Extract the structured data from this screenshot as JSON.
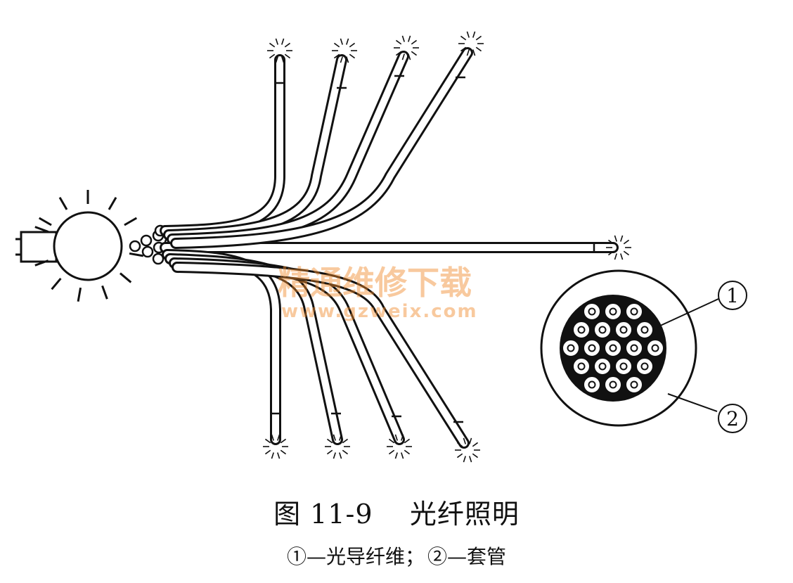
{
  "figure": {
    "callouts": [
      {
        "id": "callout-1",
        "label": "①"
      },
      {
        "id": "callout-2",
        "label": "②"
      }
    ],
    "watermark": {
      "text": "精通维修下载",
      "url": "www.gzweix.com"
    }
  },
  "caption": {
    "number": "图 11-9",
    "title": "光纤照明"
  },
  "legend": {
    "item1": "①—光导纤维；",
    "item2": "②—套管"
  }
}
